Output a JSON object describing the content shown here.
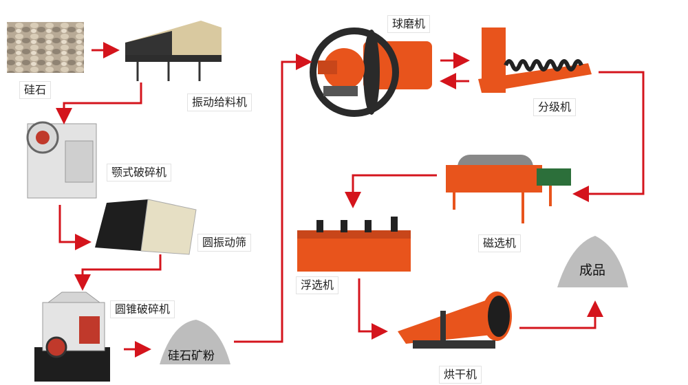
{
  "colors": {
    "arrow": "#d4141c",
    "machine_orange": "#e8541c",
    "machine_dark": "#2a2a2a",
    "mound": "#bdbdbd"
  },
  "steps": {
    "silica": "硅石",
    "vibrating_feeder": "振动给料机",
    "jaw_crusher": "颚式破碎机",
    "circular_screen": "圆振动筛",
    "cone_crusher": "圆锥破碎机",
    "silica_powder": "硅石矿粉",
    "ball_mill": "球磨机",
    "classifier": "分级机",
    "magnetic_separator": "磁选机",
    "flotation_machine": "浮选机",
    "dryer": "烘干机",
    "product": "成品"
  }
}
